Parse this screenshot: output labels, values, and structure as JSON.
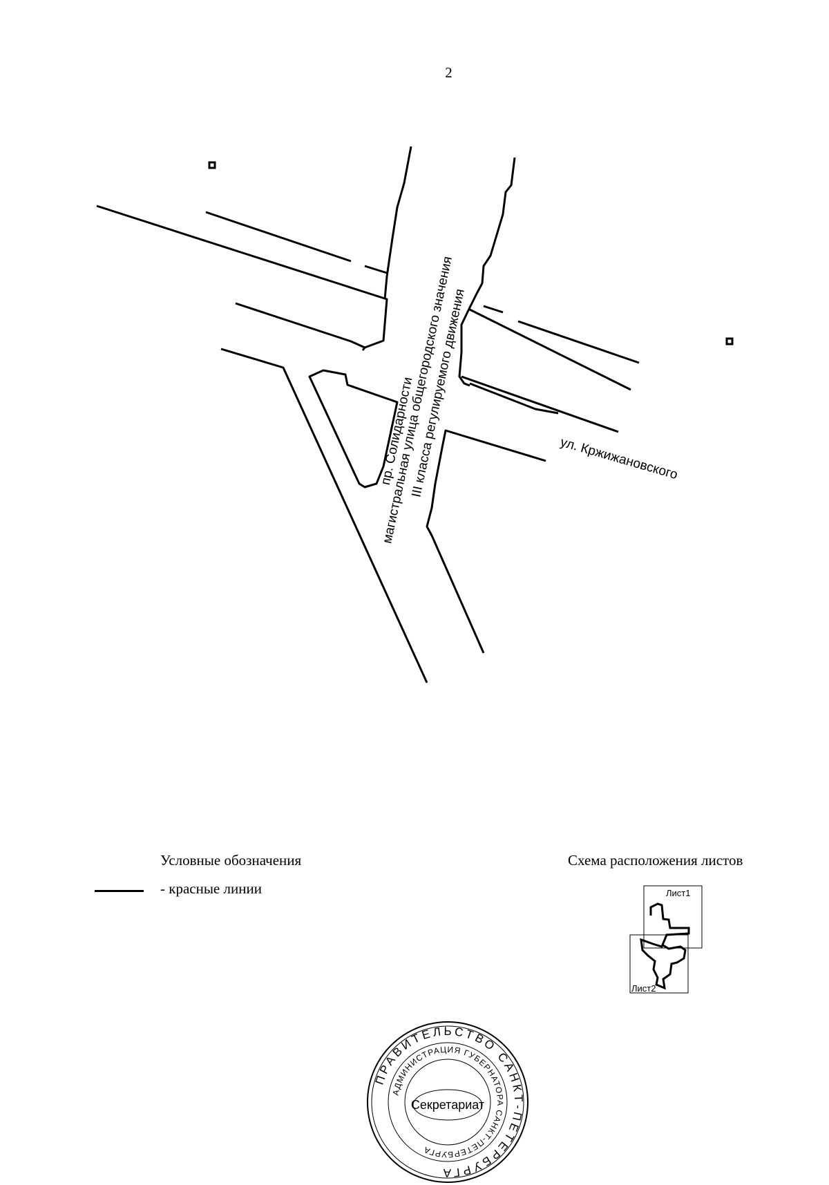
{
  "page": {
    "number": "2"
  },
  "map": {
    "street_main_name": "пр. Солидарности",
    "street_main_type": "магистральная улица общегородского значения",
    "street_main_class": "III класса регулируемого движения",
    "street_cross_name": "ул. Кржижановского",
    "marker_icon": "square-marker-icon"
  },
  "legend": {
    "title": "Условные обозначения",
    "items": [
      {
        "symbol": "solid-black-line",
        "label": "- красные линии"
      }
    ]
  },
  "sheet_layout": {
    "title": "Схема расположения листов",
    "sheets": [
      "Лист1",
      "Лист2"
    ]
  },
  "seal": {
    "outer_text": "ПРАВИТЕЛЬСТВО САНКТ-ПЕТЕРБУРГА",
    "inner_text": "АДМИНИСТРАЦИЯ ГУБЕРНАТОРА САНКТ-ПЕТЕРБУРГА",
    "center_text": "Секретариат"
  }
}
